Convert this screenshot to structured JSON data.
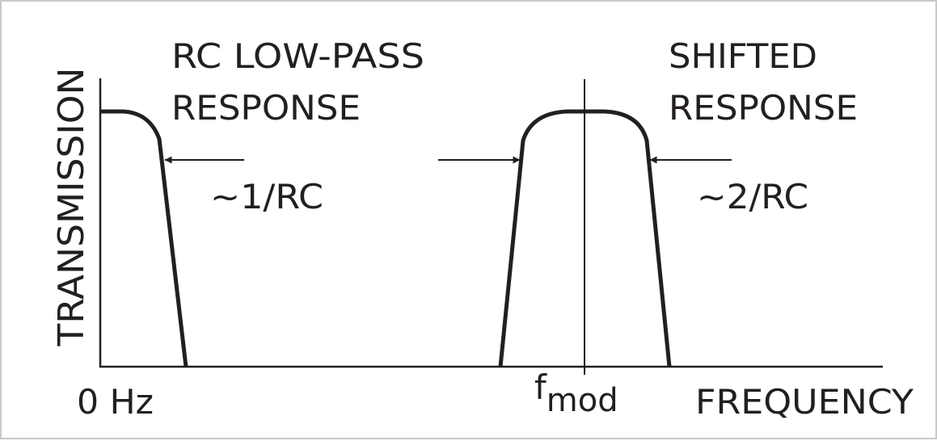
{
  "diagram": {
    "axes": {
      "y_label": "TRANSMISSION",
      "x_label": "FREQUENCY",
      "origin_label": "0 Hz"
    },
    "modulation_frequency": {
      "label_base": "f",
      "label_subscript": "mod"
    },
    "low_pass": {
      "title_line1": "RC LOW-PASS",
      "title_line2": "RESPONSE",
      "width_label": "~1/RC"
    },
    "shifted": {
      "title_line1": "SHIFTED",
      "title_line2": "RESPONSE",
      "width_label": "~2/RC"
    },
    "colors": {
      "line": "#231f20",
      "border": "#c9c9c9",
      "background": "#ffffff"
    }
  }
}
